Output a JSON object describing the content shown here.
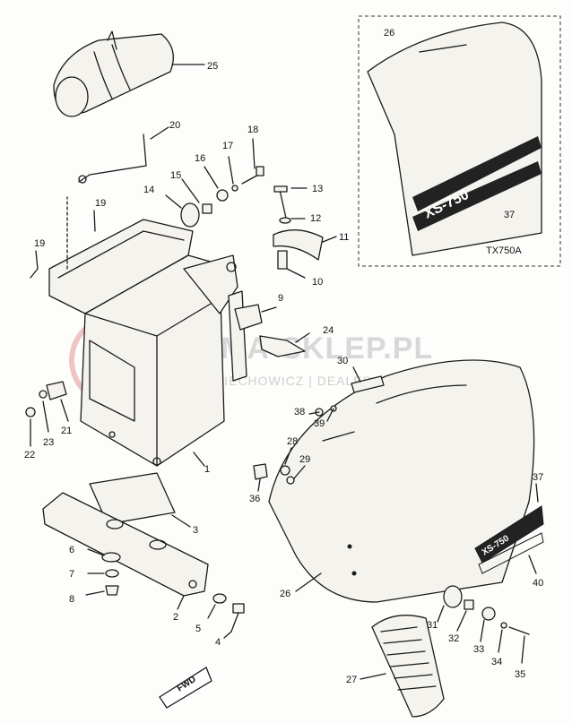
{
  "diagram": {
    "model_label": "TX750A",
    "fwd_label": "FWD",
    "badge_text": "XS-750",
    "watermark": {
      "brand": "YAMA-SKLEP.PL",
      "tagline": "WOJCIECHOWICZ | DEALER YAMAHA"
    },
    "callouts": [
      "1",
      "2",
      "3",
      "4",
      "5",
      "6",
      "7",
      "8",
      "9",
      "10",
      "11",
      "12",
      "13",
      "14",
      "15",
      "16",
      "17",
      "18",
      "19",
      "19",
      "20",
      "21",
      "22",
      "23",
      "24",
      "25",
      "26",
      "26",
      "27",
      "28",
      "29",
      "30",
      "31",
      "32",
      "33",
      "34",
      "35",
      "36",
      "37",
      "37",
      "38",
      "39",
      "40"
    ]
  }
}
